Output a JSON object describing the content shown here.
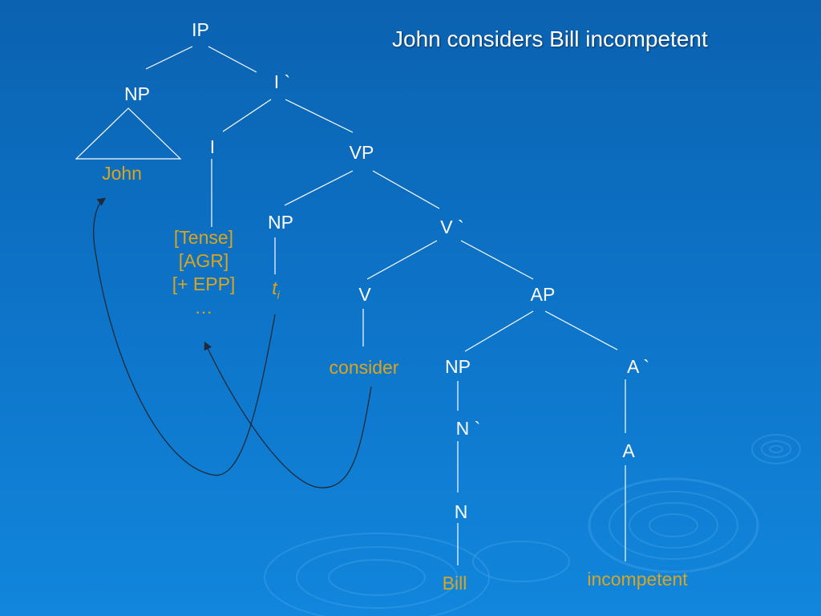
{
  "title": "John considers Bill incompetent",
  "nodes": {
    "ip": "IP",
    "np_subj": "NP",
    "ibar": "I `",
    "i": "I",
    "vp": "VP",
    "np_spec_vp": "NP",
    "vbar": "V `",
    "v": "V",
    "ap": "AP",
    "np_obj": "NP",
    "nbar": "N `",
    "n": "N",
    "abar": "A `",
    "a": "A"
  },
  "words": {
    "john": "John",
    "trace": "t",
    "trace_index": "i",
    "consider": "consider",
    "bill": "Bill",
    "incompetent": "incompetent"
  },
  "features": {
    "tense": "[Tense]",
    "agr": "[AGR]",
    "epp": "[+ EPP]",
    "ellipsis": "…"
  },
  "colors": {
    "background_top": "#0b62b0",
    "background_bottom": "#1186dc",
    "node_text": "#ffffff",
    "word_text": "#d9a520",
    "movement_arrow": "#1f2a38"
  }
}
